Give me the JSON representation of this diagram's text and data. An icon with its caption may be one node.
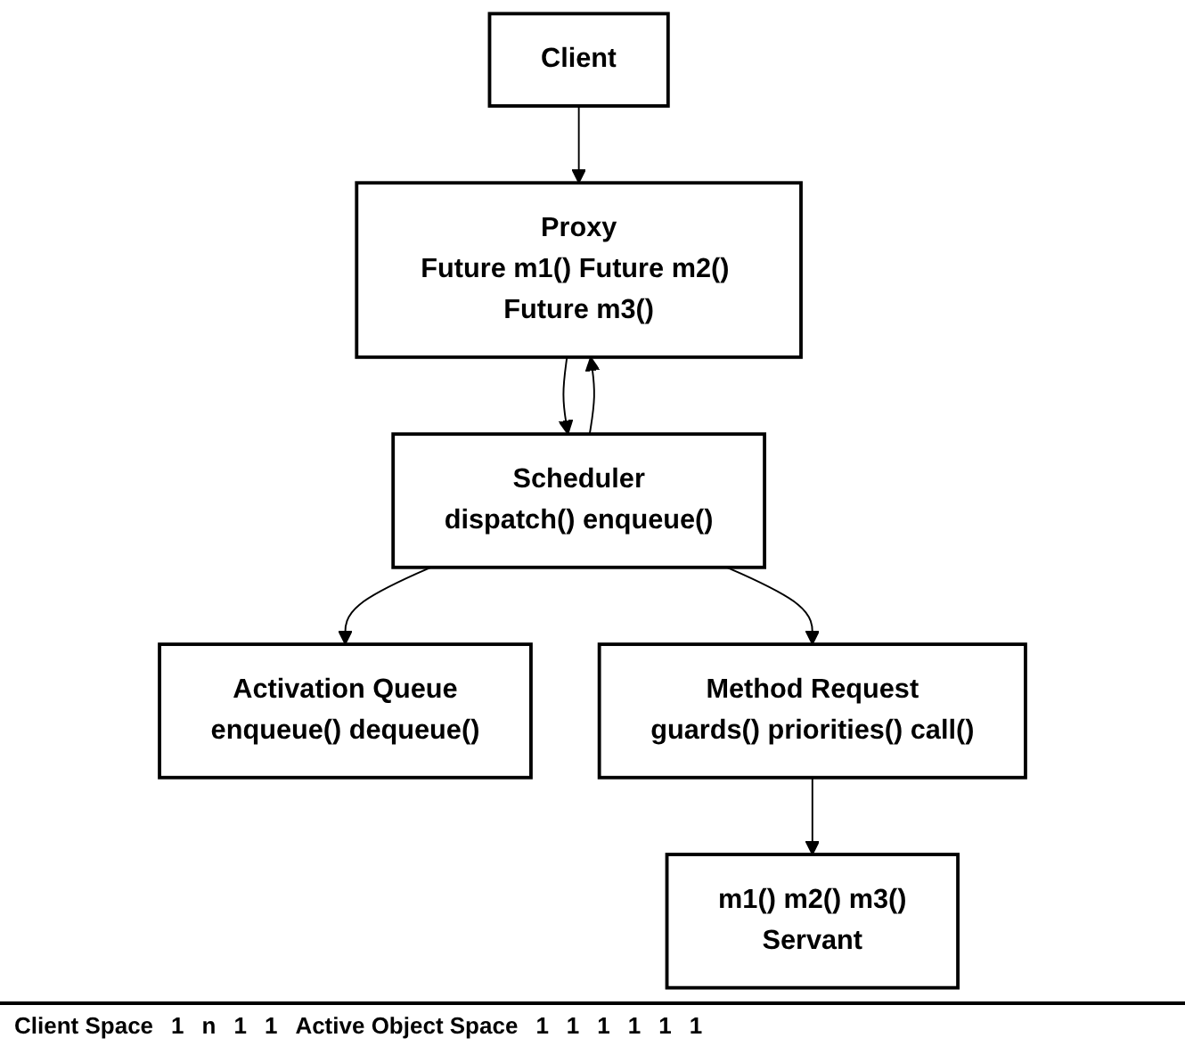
{
  "diagram": {
    "nodes": [
      {
        "text": [
          "Client"
        ]
      },
      {
        "text": [
          "Proxy",
          "Future m1() Future m2() Future m3()"
        ]
      },
      {
        "text": [
          "m1() m2() m3()",
          "Servant"
        ]
      },
      {
        "text": [
          "Scheduler",
          "dispatch() enqueue()"
        ]
      },
      {
        "text": [
          "Activation Queue",
          "enqueue() dequeue()"
        ]
      },
      {
        "text": [
          "Method Request",
          "guards() priorities() call()"
        ]
      }
    ],
    "edges": [
      {
        "from": 0,
        "to": 1,
        "arrow": "to"
      },
      {
        "from": 1,
        "to": 3,
        "arrow": "to"
      },
      {
        "from": 3,
        "to": 1,
        "arrow": "to"
      },
      {
        "from": 3,
        "to": 4,
        "arrow": "to"
      },
      {
        "from": 3,
        "to": 5,
        "arrow": "to"
      },
      {
        "from": 5,
        "to": 2,
        "arrow": "to"
      }
    ],
    "labels": [
      "Client Space",
      "1",
      "n",
      "1",
      "1",
      "Active Object Space",
      "1",
      "1",
      "1",
      "1",
      "1",
      "1"
    ]
  }
}
